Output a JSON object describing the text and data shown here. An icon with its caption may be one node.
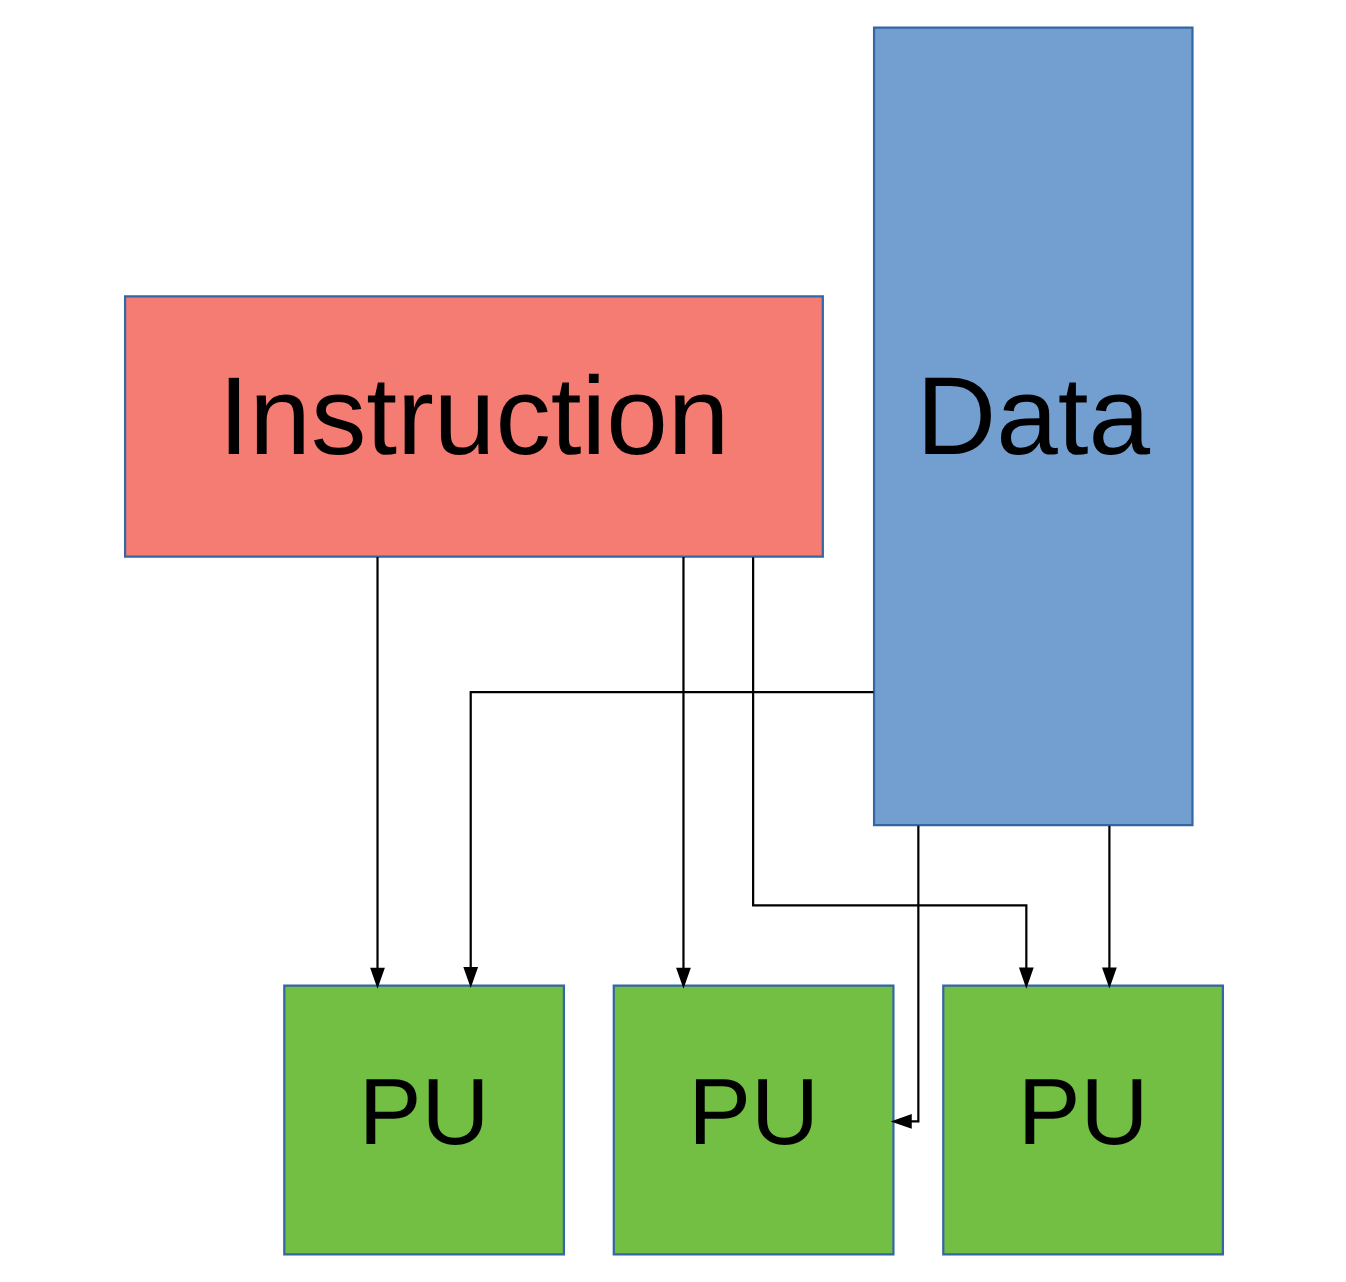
{
  "diagram": {
    "nodes": [
      {
        "text": [
          "Instruction"
        ]
      },
      {
        "text": [
          "Data"
        ]
      },
      {
        "text": [
          "PU"
        ]
      },
      {
        "text": [
          "PU"
        ]
      },
      {
        "text": [
          "PU"
        ]
      }
    ],
    "edges": [
      {
        "from": 0,
        "to": 2,
        "arrow": "to"
      },
      {
        "from": 0,
        "to": 3,
        "arrow": "to"
      },
      {
        "from": 0,
        "to": 4,
        "arrow": "to"
      },
      {
        "from": 1,
        "to": 2,
        "arrow": "to"
      },
      {
        "from": 1,
        "to": 3,
        "arrow": "to"
      },
      {
        "from": 1,
        "to": 4,
        "arrow": "to"
      }
    ]
  }
}
